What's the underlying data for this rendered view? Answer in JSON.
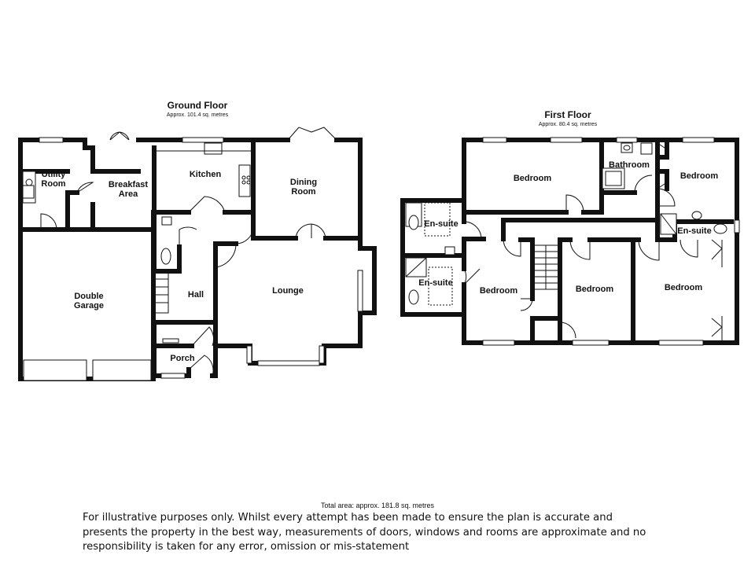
{
  "ground_floor": {
    "title": "Ground Floor",
    "area": "Approx. 101.4 sq. metres",
    "rooms": {
      "utility_room": [
        "Utility",
        "Room"
      ],
      "breakfast_area": [
        "Breakfast",
        "Area"
      ],
      "kitchen": "Kitchen",
      "dining_room": [
        "Dining",
        "Room"
      ],
      "double_garage": [
        "Double",
        "Garage"
      ],
      "hall": "Hall",
      "lounge": "Lounge",
      "porch": "Porch"
    }
  },
  "first_floor": {
    "title": "First Floor",
    "area": "Approx. 80.4 sq. metres",
    "rooms": {
      "bedroom_1": "Bedroom",
      "bathroom": "Bathroom",
      "bedroom_2": "Bedroom",
      "ensuite_1": "En-suite",
      "ensuite_2": "En-suite",
      "ensuite_3": "En-suite",
      "bedroom_3": "Bedroom",
      "bedroom_4": "Bedroom",
      "bedroom_5": "Bedroom"
    }
  },
  "total_area": "Total area: approx. 181.8 sq. metres",
  "disclaimer": "For illustrative purposes only. Whilst every attempt has been made to ensure the plan is accurate and presents the property in the best way, measurements of doors, windows and rooms are approximate and no responsibility is taken for any error, omission or mis-statement"
}
